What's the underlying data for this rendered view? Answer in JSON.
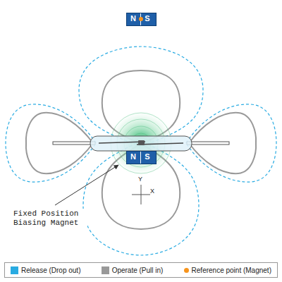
{
  "diagram": {
    "nodes": [
      {
        "text": [
          "N",
          "S"
        ]
      },
      {
        "text": [
          "N",
          "S"
        ]
      }
    ],
    "labels": [
      "Y",
      "X",
      "Fixed Position Biasing Magnet"
    ],
    "legend": [
      {
        "text": "Release (Drop out)",
        "color": "#29abe2"
      },
      {
        "text": "Operate (Pull in)",
        "color": "#999999"
      },
      {
        "text": "Reference point (Magnet)",
        "color": "#f7941d"
      }
    ]
  }
}
